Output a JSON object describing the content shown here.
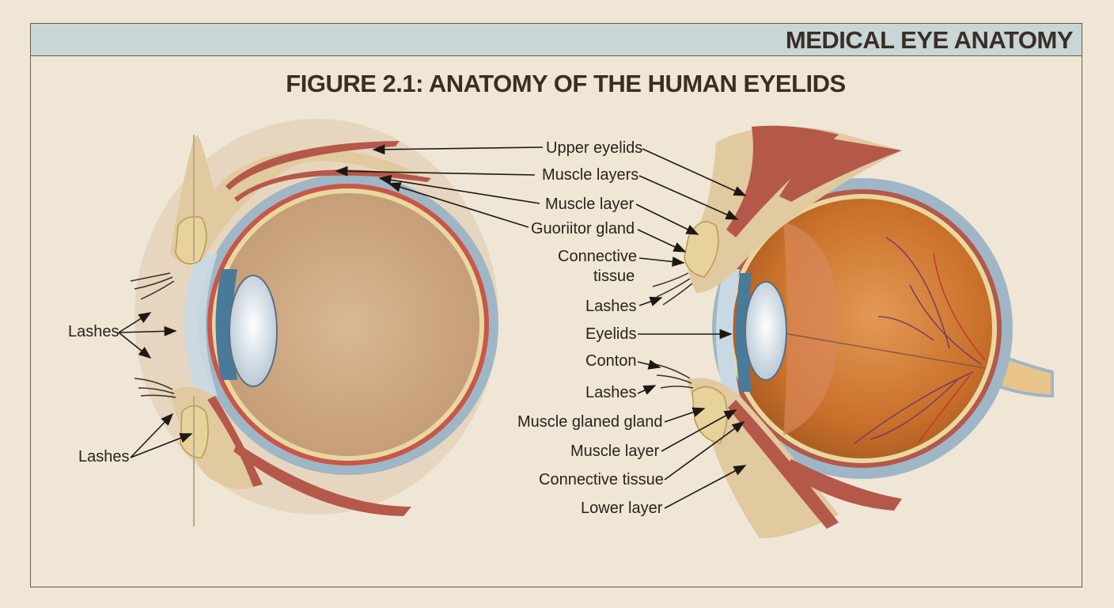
{
  "header": {
    "title": "MEDICAL EYE ANATOMY"
  },
  "figure": {
    "title": "FIGURE 2.1: ANATOMY OF THE HUMAN EYELIDS"
  },
  "left_labels": {
    "lashes_mid": "Lashes",
    "lashes_low": "Lashes"
  },
  "right_labels": {
    "upper_eyelids": "Upper eyelids",
    "muscle_layers": "Muscle layers",
    "muscle_layer_1": "Muscle layer",
    "gland": "Guoriitor gland",
    "connective_tissue_1": "Connective",
    "connective_tissue_1b": "tissue",
    "lashes_1": "Lashes",
    "eyelids": "Eyelids",
    "conton": "Conton",
    "lashes_2": "Lashes",
    "muscle_glaned_gland": "Muscle glaned gland",
    "muscle_layer_2": "Muscle layer",
    "connective_tissue_2": "Connective tissue",
    "lower_layer": "Lower layer"
  },
  "colors": {
    "parchment": "#efe6d6",
    "header_band": "#c8d6d8",
    "muscle": "#b4584a",
    "sclera": "#9fb6c6",
    "iris": "#4a7a9a",
    "gland": "#e6d29a",
    "retina": "#c9702a"
  }
}
